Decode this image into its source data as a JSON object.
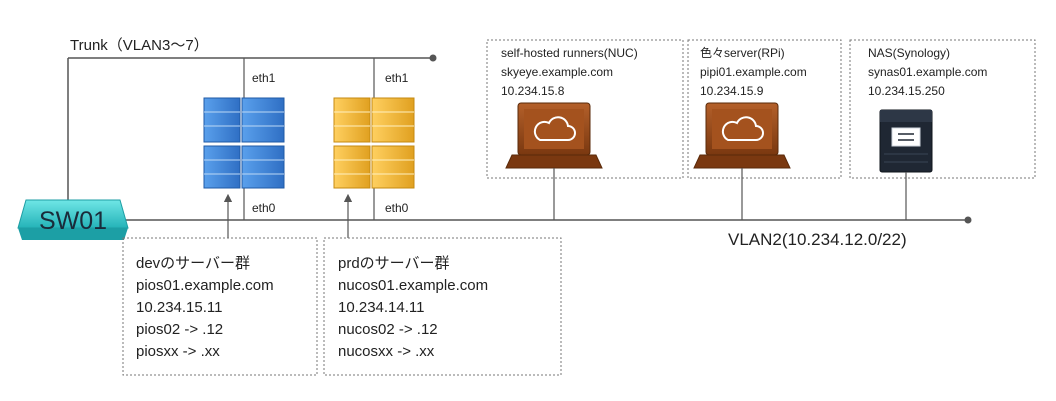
{
  "trunk_label": "Trunk（VLAN3～7）",
  "vlan_label": "VLAN2(10.234.12.0/22)",
  "switch_label": "SW01",
  "colors": {
    "line": "#555555",
    "dotted": "#777777",
    "switch": "#3ccfcf",
    "dev_server": "#3b82d8",
    "prd_server": "#f2b632",
    "laptop": "#9a4a18",
    "nas": "#1f2733"
  },
  "servers": [
    {
      "id": "dev",
      "color_key": "dev_server",
      "eth_top": "eth1",
      "eth_bottom": "eth0",
      "info": [
        "devのサーバー群",
        "pios01.example.com",
        "10.234.15.11",
        "pios02 -> .12",
        "piosxx -> .xx"
      ]
    },
    {
      "id": "prd",
      "color_key": "prd_server",
      "eth_top": "eth1",
      "eth_bottom": "eth0",
      "info": [
        "prdのサーバー群",
        "nucos01.example.com",
        "10.234.14.11",
        "nucos02 -> .12",
        "nucosxx -> .xx"
      ]
    }
  ],
  "hosts": [
    {
      "id": "nuc",
      "icon": "laptop-cloud-icon",
      "lines": [
        "self-hosted runners(NUC)",
        "skyeye.example.com",
        "10.234.15.8"
      ]
    },
    {
      "id": "rpi",
      "icon": "laptop-cloud-icon",
      "lines": [
        "色々server(RPi)",
        "pipi01.example.com",
        "10.234.15.9"
      ]
    },
    {
      "id": "nas",
      "icon": "nas-icon",
      "lines": [
        "NAS(Synology)",
        "synas01.example.com",
        "10.234.15.250"
      ]
    }
  ]
}
